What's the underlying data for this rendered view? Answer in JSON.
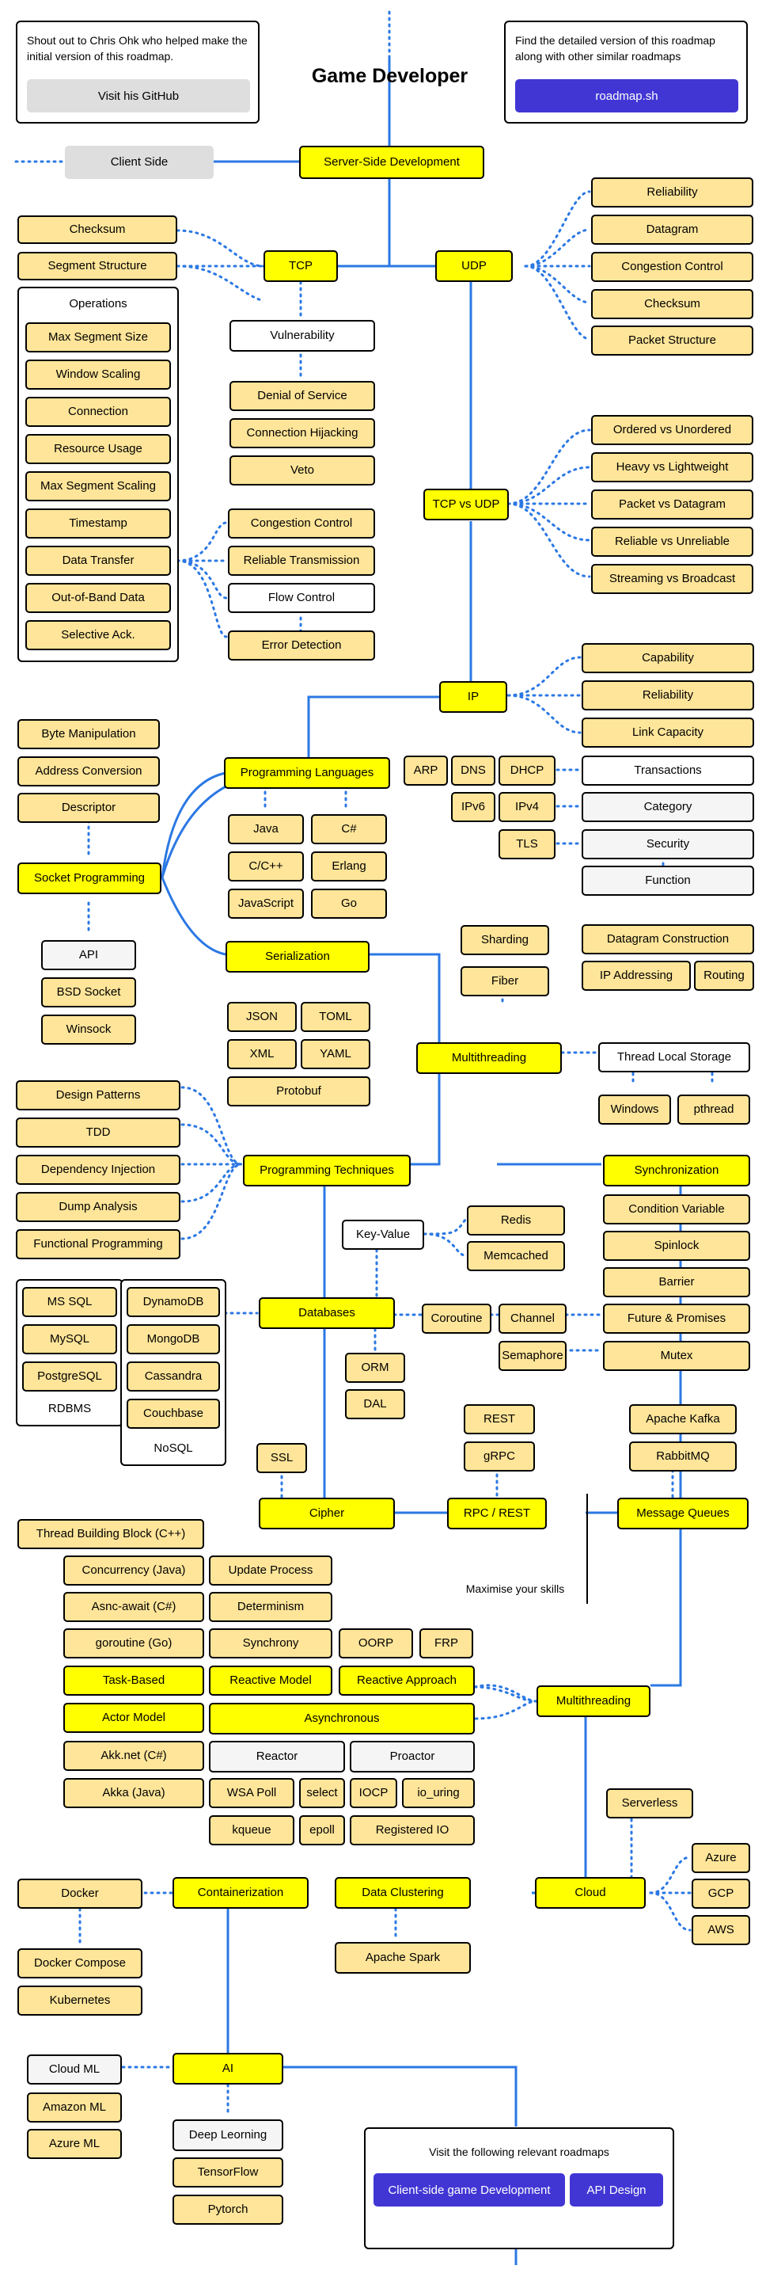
{
  "header": {
    "title": "Game Developer",
    "shoutout_text": "Shout out to Chris Ohk who helped make the initial version of this roadmap.",
    "shoutout_button": "Visit his GitHub",
    "find_text": "Find the detailed version of this roadmap along with other similar roadmaps",
    "find_button": "roadmap.sh"
  },
  "footer": {
    "relevant_text": "Visit the following relevant roadmaps",
    "link1": "Client-side game Development",
    "link2": "API Design"
  },
  "labels": {
    "rdbms": "RDBMS",
    "nosql": "NoSQL",
    "maximise": "Maximise your skills"
  },
  "colors": {
    "primary": "#ffff00",
    "secondary": "#ffe599",
    "line": "#2b78e4",
    "button_blue": "#4136d4"
  },
  "nodes": {
    "client_side": "Client Side",
    "server_side": "Server-Side Development",
    "tcp": "TCP",
    "udp": "UDP",
    "checksum_tcp": "Checksum",
    "segment_structure": "Segment Structure",
    "operations": "Operations",
    "max_segment_size": "Max Segment Size",
    "window_scaling": "Window Scaling",
    "connection": "Connection",
    "resource_usage": "Resource Usage",
    "max_segment_scaling": "Max Segment Scaling",
    "timestamp": "Timestamp",
    "data_transfer": "Data Transfer",
    "out_of_band": "Out-of-Band Data",
    "selective_ack": "Selective Ack.",
    "vulnerability": "Vulnerability",
    "denial_of_service": "Denial of Service",
    "connection_hijacking": "Connection Hijacking",
    "veto": "Veto",
    "congestion_control_tcp": "Congestion Control",
    "reliable_transmission": "Reliable Transmission",
    "flow_control": "Flow Control",
    "error_detection": "Error Detection",
    "reliability_udp": "Reliability",
    "datagram": "Datagram",
    "congestion_control_udp": "Congestion Control",
    "checksum_udp": "Checksum",
    "packet_structure": "Packet Structure",
    "tcp_vs_udp": "TCP vs UDP",
    "ordered_vs_unordered": "Ordered vs Unordered",
    "heavy_vs_lightweight": "Heavy vs Lightweight",
    "packet_vs_datagram": "Packet vs Datagram",
    "reliable_vs_unreliable": "Reliable vs Unreliable",
    "streaming_vs_broadcast": "Streaming vs Broadcast",
    "ip": "IP",
    "capability": "Capability",
    "reliability_ip": "Reliability",
    "link_capacity": "Link Capacity",
    "arp": "ARP",
    "dns": "DNS",
    "dhcp": "DHCP",
    "ipv6": "IPv6",
    "ipv4": "IPv4",
    "tls": "TLS",
    "transactions": "Transactions",
    "category": "Category",
    "security": "Security",
    "function": "Function",
    "datagram_construction": "Datagram Construction",
    "ip_addressing": "IP Addressing",
    "routing": "Routing",
    "byte_manipulation": "Byte Manipulation",
    "address_conversion": "Address Conversion",
    "descriptor": "Descriptor",
    "socket_programming": "Socket Programming",
    "api": "API",
    "bsd_socket": "BSD Socket",
    "winsock": "Winsock",
    "programming_languages": "Programming Languages",
    "java": "Java",
    "csharp": "C#",
    "cpp": "C/C++",
    "erlang": "Erlang",
    "javascript": "JavaScript",
    "go": "Go",
    "serialization": "Serialization",
    "json": "JSON",
    "toml": "TOML",
    "xml": "XML",
    "yaml": "YAML",
    "protobuf": "Protobuf",
    "sharding": "Sharding",
    "fiber": "Fiber",
    "multithreading_1": "Multithreading",
    "thread_local_storage": "Thread Local Storage",
    "windows": "Windows",
    "pthread": "pthread",
    "design_patterns": "Design Patterns",
    "tdd": "TDD",
    "dependency_injection": "Dependency Injection",
    "dump_analysis": "Dump Analysis",
    "functional_programming": "Functional Programming",
    "programming_techniques": "Programming Techniques",
    "synchronization": "Synchronization",
    "condition_variable": "Condition Variable",
    "spinlock": "Spinlock",
    "barrier": "Barrier",
    "future_promises": "Future & Promises",
    "mutex": "Mutex",
    "coroutine": "Coroutine",
    "channel": "Channel",
    "semaphore": "Semaphore",
    "key_value": "Key-Value",
    "redis": "Redis",
    "memcached": "Memcached",
    "ms_sql": "MS SQL",
    "mysql": "MySQL",
    "postgresql": "PostgreSQL",
    "dynamodb": "DynamoDB",
    "mongodb": "MongoDB",
    "cassandra": "Cassandra",
    "couchbase": "Couchbase",
    "databases": "Databases",
    "orm": "ORM",
    "dal": "DAL",
    "ssl": "SSL",
    "cipher": "Cipher",
    "rest": "REST",
    "grpc": "gRPC",
    "rpc_rest": "RPC / REST",
    "apache_kafka": "Apache Kafka",
    "rabbitmq": "RabbitMQ",
    "message_queues": "Message Queues",
    "thread_building_block": "Thread Building Block (C++)",
    "concurrency_java": "Concurrency (Java)",
    "async_await": "Asnc-await (C#)",
    "goroutine": "goroutine (Go)",
    "update_process": "Update Process",
    "determinism": "Determinism",
    "synchrony": "Synchrony",
    "oorp": "OORP",
    "frp": "FRP",
    "task_based": "Task-Based",
    "reactive_model": "Reactive Model",
    "reactive_approach": "Reactive Approach",
    "actor_model": "Actor Model",
    "asynchronous": "Asynchronous",
    "multithreading_2": "Multithreading",
    "akka_net": "Akk.net (C#)",
    "akka_java": "Akka (Java)",
    "reactor": "Reactor",
    "proactor": "Proactor",
    "wsa_poll": "WSA Poll",
    "select": "select",
    "iocp": "IOCP",
    "io_uring": "io_uring",
    "kqueue": "kqueue",
    "epoll": "epoll",
    "registered_io": "Registered IO",
    "serverless": "Serverless",
    "azure": "Azure",
    "gcp": "GCP",
    "aws": "AWS",
    "docker": "Docker",
    "containerization": "Containerization",
    "data_clustering": "Data Clustering",
    "cloud": "Cloud",
    "docker_compose": "Docker Compose",
    "kubernetes": "Kubernetes",
    "apache_spark": "Apache Spark",
    "cloud_ml": "Cloud ML",
    "ai": "AI",
    "amazon_ml": "Amazon ML",
    "azure_ml": "Azure ML",
    "deep_learning": "Deep Leorning",
    "tensorflow": "TensorFlow",
    "pytorch": "Pytorch"
  }
}
